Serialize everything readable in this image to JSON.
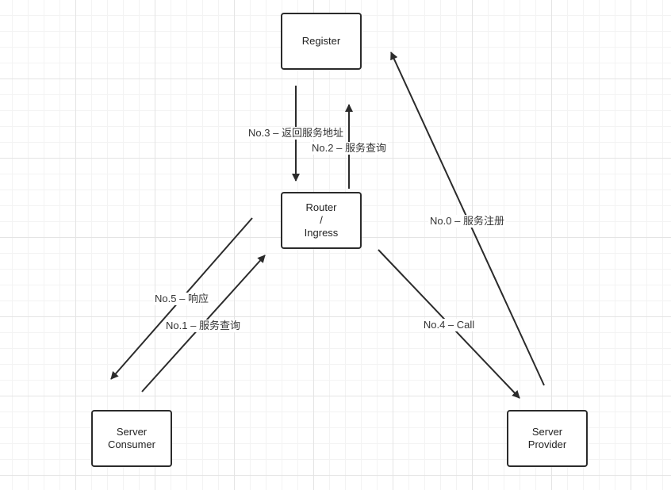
{
  "nodes": {
    "register": {
      "lines": [
        "Register"
      ]
    },
    "router": {
      "lines": [
        "Router",
        "/",
        "Ingress"
      ]
    },
    "consumer": {
      "lines": [
        "Server",
        "Consumer"
      ]
    },
    "provider": {
      "lines": [
        "Server",
        "Provider"
      ]
    }
  },
  "edges": {
    "no0": {
      "label": "No.0 – 服务注册"
    },
    "no1": {
      "label": "No.1 – 服务查询"
    },
    "no2": {
      "label": "No.2 – 服务查询"
    },
    "no3": {
      "label": "No.3 – 返回服务地址"
    },
    "no4": {
      "label": "No.4 – Call"
    },
    "no5": {
      "label": "No.5 – 响应"
    }
  },
  "colors": {
    "stroke": "#2b2b2b",
    "grid_major": "#e4e4e4",
    "grid_minor": "#f3f3f3"
  }
}
